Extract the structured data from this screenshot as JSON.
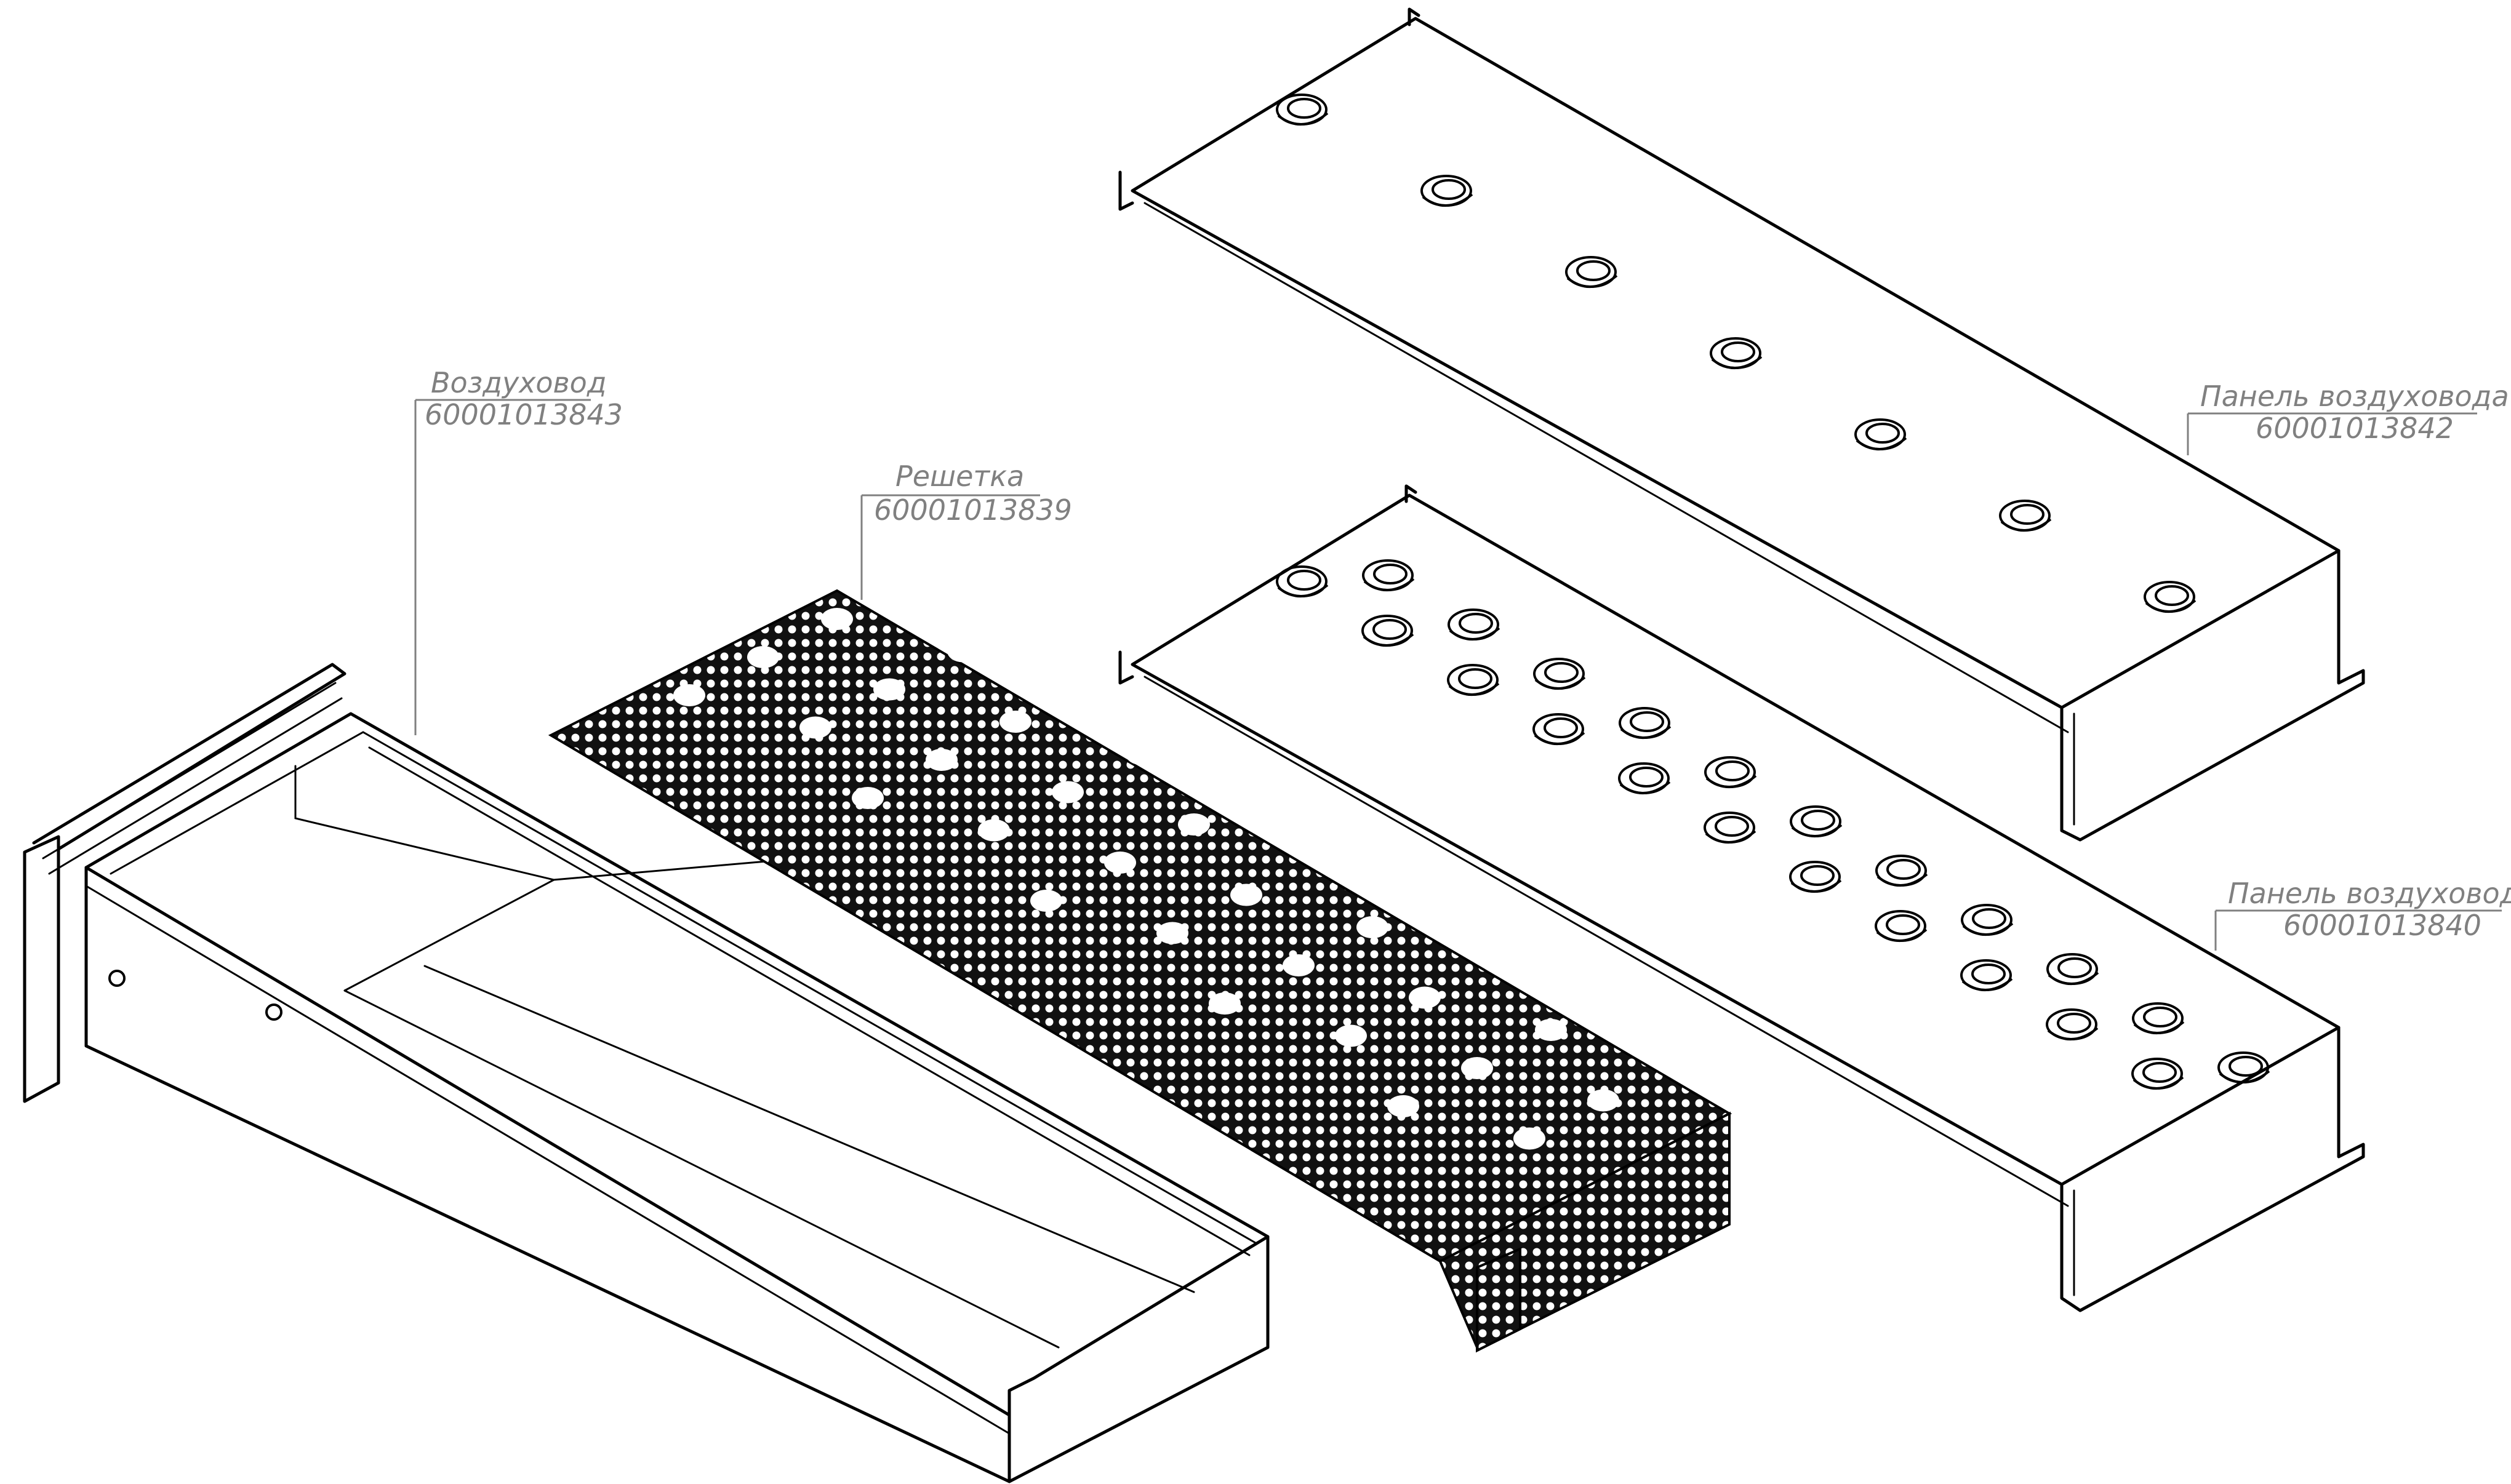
{
  "callouts": [
    {
      "id": "duct",
      "name": "Воздуховод",
      "number": "60001013843"
    },
    {
      "id": "grille",
      "name": "Решетка",
      "number": "60001013839"
    },
    {
      "id": "panel_top",
      "name": "Панель воздуховода",
      "number": "60001013842"
    },
    {
      "id": "panel_bottom",
      "name": "Панель воздуховода",
      "number": "60001013840"
    }
  ],
  "colors": {
    "line": "#000000",
    "leader": "#808080",
    "background": "#ffffff"
  }
}
